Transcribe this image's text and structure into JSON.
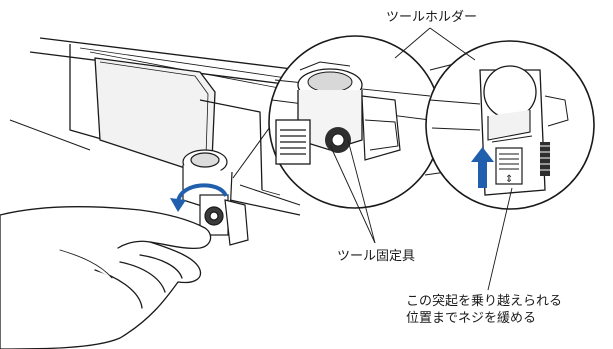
{
  "labels": {
    "tool_holder": "ツールホルダー",
    "tool_fixture": "ツール固定具",
    "note_line1": "この突起を乗り越えられる",
    "note_line2": "位置までネジを緩める"
  },
  "colors": {
    "line": "#1a1a1a",
    "machine_shade": "#e9e9e9",
    "arrow_blue": "#1f5fae",
    "magnify_fill": "#ffffff"
  }
}
